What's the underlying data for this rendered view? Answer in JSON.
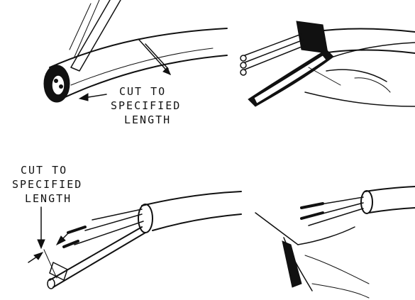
{
  "panels": [
    {
      "label_lines": [
        "CUT TO",
        "SPECIFIED",
        "LENGTH"
      ]
    },
    {
      "label_lines": []
    },
    {
      "label_lines": [
        "CUT TO",
        "SPECIFIED",
        "LENGTH"
      ]
    },
    {
      "label_lines": []
    }
  ]
}
